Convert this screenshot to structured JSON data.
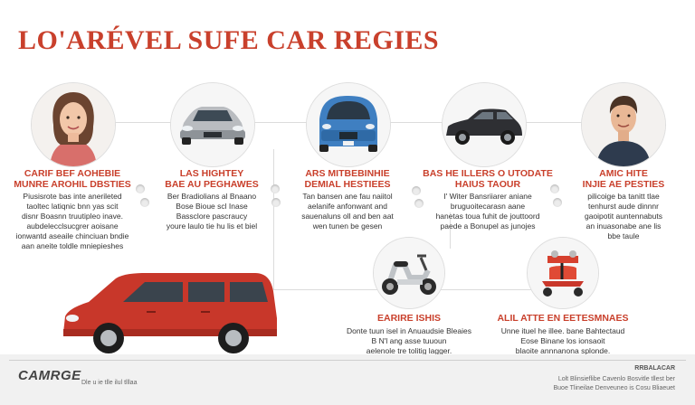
{
  "title": "LO'ARÉVEL SUFE CAR REGIES",
  "colors": {
    "accent": "#c9402c",
    "car_red": "#c8372a",
    "car_blue": "#3f7fc1",
    "car_dark": "#2e2f33"
  },
  "items": [
    {
      "icon": "woman-portrait-icon",
      "heading": [
        "CARIF BEF AOHEBIE",
        "MUNRE AROHIL DBSTIES"
      ],
      "body": [
        "Piusisrote bas inte anerileted",
        "taoltec latiqnic bnn yas scit",
        "disnr Boasnn truutipleo inave.",
        "aubdelecclsucgrer aoisane",
        "ionwantd aseaile chinciuan bndie",
        "aan aneite toldle mniepieshes"
      ]
    },
    {
      "icon": "silver-sedan-icon",
      "heading": [
        "LAS HIGHTEY",
        "BAE AU PEGHAWES"
      ],
      "body": [
        "Ber Bradiolians al Bnaano",
        "Bose Bioue scl Inase",
        "Bassclore pascraucy",
        "youre laulo tie hu lis et biel"
      ]
    },
    {
      "icon": "blue-minivan-icon",
      "heading": [
        "ARS MITBEBINHIE",
        "DEMIAL HESTIEES"
      ],
      "body": [
        "Tan bansen ane fau naiitol",
        "aelanife anfonwant and",
        "sauenaluns oll and ben aat",
        "wen tunen be gesen"
      ]
    },
    {
      "icon": "dark-hatchback-icon",
      "heading": [
        "BAS HE ILLERS O UTODATE",
        "HAIUS TAOUR"
      ],
      "body": [
        "I' Witer Bansriiarer aniane",
        "bruguoitecarasn aane",
        "hanetas toua fuhit de jouttoord",
        "paede a Bonupel as junojes"
      ]
    },
    {
      "icon": "man-portrait-icon",
      "heading": [
        "AMIC HITE",
        "INJIE AE PESTIES"
      ],
      "body": [
        "pilicoige ba tanitt tlae",
        "tenhurst aude dinnnr",
        "gaoipotit auntennabuts",
        "an inuasonabe ane lis",
        "bbe taule"
      ]
    },
    {
      "icon": "scooter-icon",
      "heading": [
        "EARIRE ISHIS"
      ],
      "body": [
        "Donte tuun isel in Anuaudsie Bleaies",
        "B N'l ang asse tuuoun",
        "aelenole tre tolitig lagger."
      ]
    },
    {
      "icon": "child-seat-icon",
      "heading": [
        "ALIL ATTE EN EETESMNAES"
      ],
      "body": [
        "Unne ituel he illee. bane Bahtectaud",
        "Eose Binane los ionsaoit",
        "blaoite annnanona splonde."
      ]
    }
  ],
  "footer": {
    "logo": "CAMRGE",
    "left_small": "Dle u ie tlle ilul tlllaa",
    "right_heading": "RRBALACAR",
    "right_line1": "Lolt Blinsieflibe Cavenlo Bosvitle tllest ber",
    "right_line2": "Buoe Tlineilae Denveuneo is Cosu Bliaeuet"
  }
}
